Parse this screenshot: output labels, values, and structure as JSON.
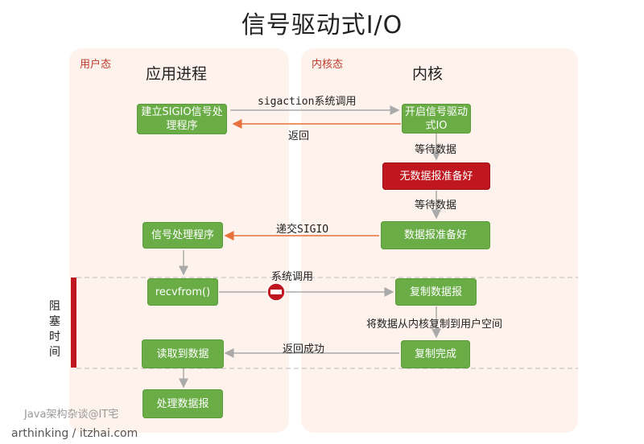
{
  "title": "信号驱动式I/O",
  "user_panel": {
    "tag": "用户态",
    "heading": "应用进程"
  },
  "kernel_panel": {
    "tag": "内核态",
    "heading": "内核"
  },
  "boxes": {
    "create_sigio": "建立SIGIO信号处理程序",
    "open_signal": "开启信号驱动式IO",
    "no_data": "无数据报准备好",
    "data_ready": "数据报准备好",
    "signal_handler": "信号处理程序",
    "recvfrom": "recvfrom()",
    "copy_datagram": "复制数据报",
    "read_data": "读取到数据",
    "copy_done": "复制完成",
    "process_data": "处理数据报"
  },
  "labels": {
    "sigaction_call": "sigaction系统调用",
    "return": "返回",
    "wait_data_1": "等待数据",
    "wait_data_2": "等待数据",
    "deliver_sigio": "递交SIGIO",
    "syscall": "系统调用",
    "copy_to_user": "将数据从内核复制到用户空间",
    "return_success": "返回成功"
  },
  "blocking_time": "阻\n塞\n时\n间",
  "watermark": "Java架构杂谈@IT宅",
  "footer": "arthinking / itzhai.com",
  "colors": {
    "green_box": "#6aad46",
    "red_box": "#c0161f",
    "panel_bg": "#fdf2ec",
    "arrow_orange": "#e8703a",
    "arrow_gray": "#aaaaaa"
  }
}
